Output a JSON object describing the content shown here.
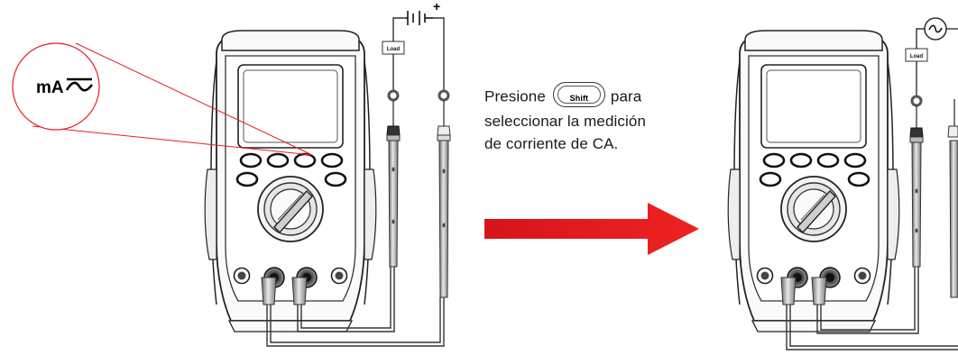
{
  "callout": {
    "text": "mA"
  },
  "load_labels": {
    "left": "Load",
    "right": "Load"
  },
  "battery": {
    "plus": "+"
  },
  "instruction": {
    "line1_before": "Presione",
    "key": "Shift",
    "line1_after": "para",
    "line2": "seleccionar la medición",
    "line3": "de corriente de CA."
  },
  "colors": {
    "arrow": "#e3141b",
    "callout_line": "#e61e25"
  },
  "icons": [
    "ac-wave-icon",
    "battery-icon",
    "ac-source-icon",
    "arrow-right-icon",
    "rotary-dial-icon"
  ]
}
